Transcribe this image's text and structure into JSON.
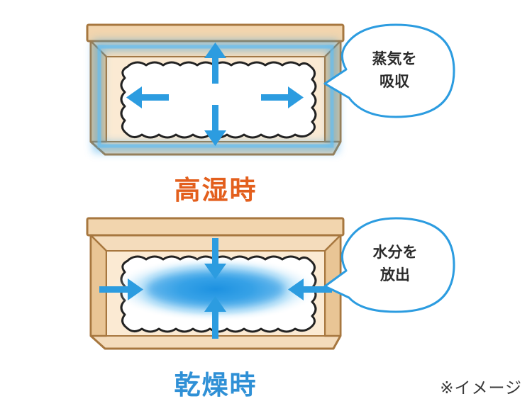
{
  "colors": {
    "box_fill": "#f4dcbc",
    "box_side": "#e9c595",
    "box_edge": "#a7773f",
    "moisture": "#2c9ce0",
    "humid_title": "#e35f1d",
    "dry_title": "#2f90d6"
  },
  "panels": [
    {
      "id": "humid",
      "title": "高湿時",
      "bubble": "蒸気を\n吸収",
      "arrow_direction": "outward",
      "moisture_location": "box-walls"
    },
    {
      "id": "dry",
      "title": "乾燥時",
      "bubble": "水分を\n放出",
      "arrow_direction": "inward",
      "moisture_location": "futon-center"
    }
  ],
  "note": "※イメージ"
}
